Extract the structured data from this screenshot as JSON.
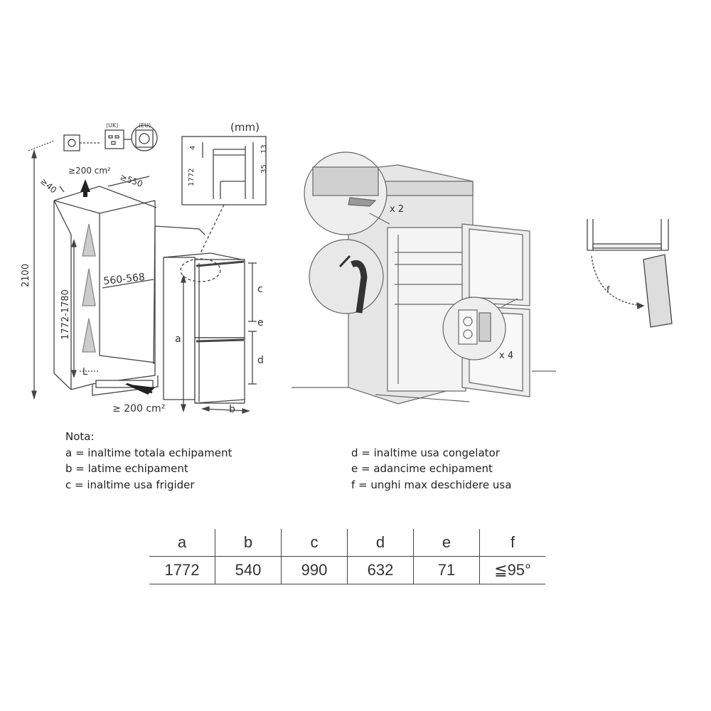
{
  "installation_diagram": {
    "units_label": "(mm)",
    "socket_uk_label": "(UK)",
    "socket_eu_label": "(EU)",
    "vent_top_label": "≥200 cm²",
    "vent_bottom_label": "≥ 200 cm²",
    "dim_top_gap": "≥40",
    "dim_depth": "≥550",
    "dim_width": "560-568",
    "dim_height_range": "1772-1780",
    "dim_total_height": "2100",
    "dim_l": "L",
    "detail_dim_4": "4",
    "detail_dim_13": "13",
    "detail_dim_35": "35",
    "detail_dim_1772": "1772",
    "label_a": "a",
    "label_b": "b",
    "label_c": "c",
    "label_d": "d",
    "label_e": "e"
  },
  "door_fitting": {
    "count_top": "x 2",
    "count_bottom": "x 4"
  },
  "door_angle": {
    "label_f": "f"
  },
  "notes": {
    "heading": "Nota:",
    "a": "a = inaltime totala echipament",
    "b": "b = latime echipament",
    "c": "c = inaltime usa frigider",
    "d": "d = inaltime usa congelator",
    "e": "e = adancime echipament",
    "f": "f = unghi max deschidere usa"
  },
  "dimensions_table": {
    "headers": [
      "a",
      "b",
      "c",
      "d",
      "e",
      "f"
    ],
    "values": [
      "1772",
      "540",
      "990",
      "632",
      "71",
      "≦95°"
    ]
  }
}
